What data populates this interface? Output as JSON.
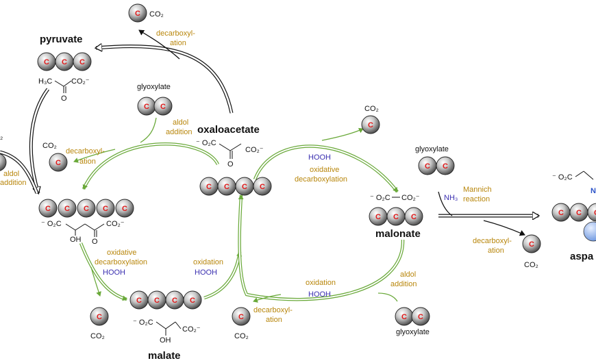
{
  "molecules": {
    "pyruvate": "pyruvate",
    "oxaloacetate": "oxaloacetate",
    "malonate": "malonate",
    "malate": "malate",
    "aspartate_partial": "aspa"
  },
  "formulas": {
    "pyruvate_h3c": "H₃C",
    "pyruvate_co2": "CO₂⁻",
    "pyruvate_o": "O",
    "oxaloacetate_left": "⁻ O₂C",
    "oxaloacetate_right": "CO₂⁻",
    "oxaloacetate_o": "O",
    "hydroxy_left": "⁻ O₂C",
    "hydroxy_right": "CO₂⁻",
    "hydroxy_oh": "OH",
    "hydroxy_o": "O",
    "malonate_left": "⁻ O₂C",
    "malonate_right": "CO₂⁻",
    "malate_left": "⁻ O₂C",
    "malate_right": "CO₂⁻",
    "malate_oh": "OH",
    "aspartate_left": "⁻ O₂C",
    "aspartate_n": "N",
    "edge_co2": "₂"
  },
  "co2": "CO₂",
  "atom": "C",
  "reagents": {
    "glyoxylate": "glyoxylate",
    "hooh": "HOOH",
    "nh3": "NH₃"
  },
  "reactions": {
    "decarbox_top_1": "decarboxyl-",
    "decarbox_top_2": "ation",
    "aldol_top_1": "aldol",
    "aldol_top_2": "addition",
    "decarbox_left_1": "decarboxyl-",
    "decarbox_left_2": "ation",
    "aldol_edge_1": "aldol",
    "aldol_edge_2": "addition",
    "oxidative_1": "oxidative",
    "oxidative_2": "decarboxylation",
    "oxidative_left_1": "oxidative",
    "oxidative_left_2": "decarboxylation",
    "oxidation_left": "oxidation",
    "oxidation_bottom": "oxidation",
    "decarbox_bottom_1": "decarboxyl-",
    "decarbox_bottom_2": "ation",
    "aldol_bottom_1": "aldol",
    "aldol_bottom_2": "addition",
    "mannich_1": "Mannich",
    "mannich_2": "reaction",
    "decarbox_right_1": "decarboxyl-",
    "decarbox_right_2": "ation"
  },
  "colors": {
    "green_arrow": "#6aa93a",
    "reaction_text": "#b8860b",
    "oxidant_text": "#3a2fb0",
    "atom_letter": "#e01818",
    "nitrogen_text": "#2a52c8",
    "nitrogen_ball": "#8fb4ef"
  }
}
